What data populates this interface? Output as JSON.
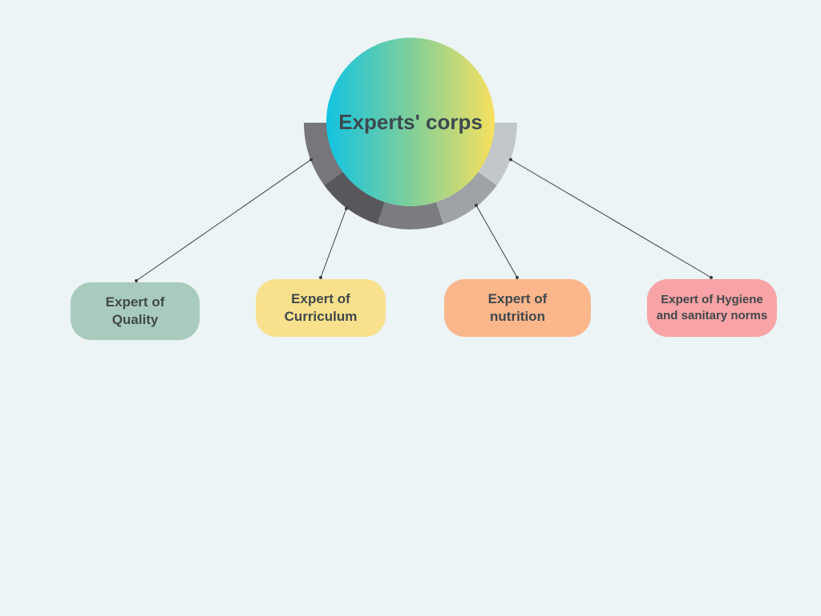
{
  "diagram": {
    "center": {
      "title": "Experts' corps"
    },
    "nodes": [
      {
        "id": "quality",
        "lines": [
          "Expert of",
          "Quality"
        ],
        "color": "#a9cbbd"
      },
      {
        "id": "curriculum",
        "lines": [
          "Expert of",
          "Curriculum"
        ],
        "color": "#f8e08c"
      },
      {
        "id": "nutrition",
        "lines": [
          "Expert of",
          "nutrition"
        ],
        "color": "#fbb68c"
      },
      {
        "id": "hygiene",
        "lines": [
          "Expert of Hygiene",
          "and sanitary norms"
        ],
        "color": "#f8a3a6"
      }
    ],
    "ring_colors": [
      "#77777b",
      "#58585c",
      "#7b7c80",
      "#9fa2a6",
      "#c2c7ca"
    ],
    "connector_color": "#3a3d40",
    "gradient_colors": [
      "#13c3e2",
      "#7fcf9a",
      "#f7e05e"
    ]
  }
}
